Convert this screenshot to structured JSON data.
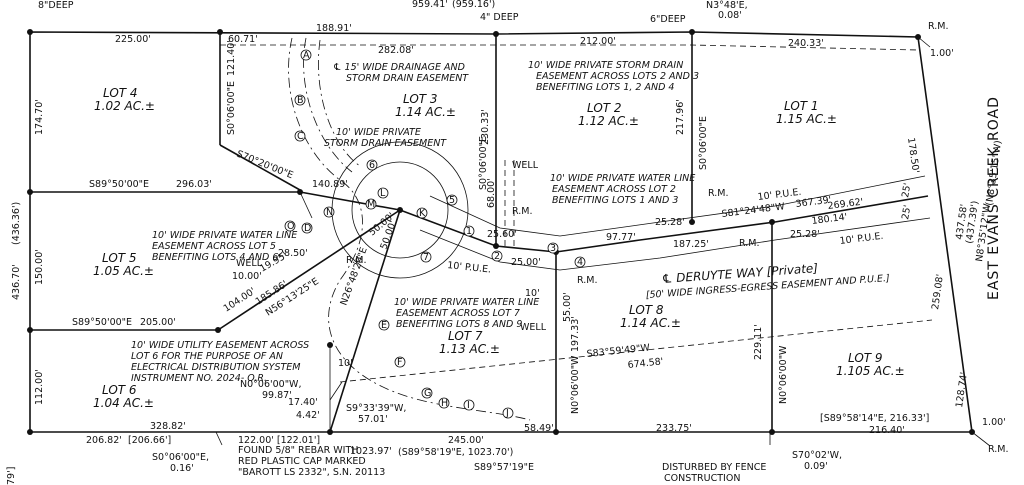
{
  "lots": [
    {
      "name": "LOT 4",
      "area": "1.02 AC.±"
    },
    {
      "name": "LOT 3",
      "area": "1.14 AC.±"
    },
    {
      "name": "LOT 2",
      "area": "1.12 AC.±"
    },
    {
      "name": "LOT 1",
      "area": "1.15 AC.±"
    },
    {
      "name": "LOT 5",
      "area": "1.05 AC.±"
    },
    {
      "name": "LOT 8",
      "area": "1.14 AC.±"
    },
    {
      "name": "LOT 7",
      "area": "1.13 AC.±"
    },
    {
      "name": "LOT 9",
      "area": "1.105 AC.±"
    },
    {
      "name": "LOT 6",
      "area": "1.04 AC.±"
    }
  ],
  "road": {
    "name": "EAST EVANS CREEK ROAD",
    "way": "℄ DERUYTE WAY [Private]",
    "way_note": "[50' WIDE INGRESS-EGRESS EASEMENT AND P.U.E.]"
  },
  "notes": {
    "n1": [
      "℄ 15' WIDE DRAINAGE AND",
      "STORM DRAIN EASEMENT"
    ],
    "n2": [
      "10' WIDE PRIVATE STORM DRAIN",
      "EASEMENT ACROSS LOTS 2 AND 3",
      "BENEFITING LOTS 1, 2 AND 4"
    ],
    "n3": [
      "10' WIDE PRIVATE",
      "STORM DRAIN EASEMENT"
    ],
    "n4": [
      "10' WIDE PRIVATE WATER LINE",
      "EASEMENT ACROSS LOT 2",
      "BENEFITING LOTS 1 AND 3"
    ],
    "n5": [
      "10' WIDE PRIVATE WATER LINE",
      "EASEMENT ACROSS LOT 5",
      "BENEFITING LOTS 4 AND 6"
    ],
    "n6": [
      "10' WIDE PRIVATE WATER LINE",
      "EASEMENT ACROSS LOT 7",
      "BENEFITING LOTS 8 AND 9"
    ],
    "n7": [
      "10' WIDE UTILITY EASEMENT ACROSS",
      "LOT 6 FOR THE PURPOSE OF AN",
      "ELECTRICAL DISTRIBUTION SYSTEM",
      "INSTRUMENT NO. 2024-      O.R."
    ],
    "n8": [
      "FOUND 5/8\" REBAR WITH",
      "RED PLASTIC CAP MARKED",
      "\"BAROTT LS 2332\", S.N. 20113"
    ],
    "n9": [
      "DISTURBED BY FENCE",
      "CONSTRUCTION"
    ]
  },
  "dims": {
    "top1": "8\"DEEP",
    "top2": "959.41'",
    "top3": "(959.16')",
    "top4": "4\" DEEP",
    "top5": "6\"DEEP",
    "top6": "N3°48'E,",
    "top7": "0.08'",
    "d188": "188.91'",
    "d225": "225.00'",
    "d6071": "60.71'",
    "d28208": "282.08'",
    "d212": "212.00'",
    "d24033": "240.33'",
    "rm1": "R.M.",
    "d100a": "1.00'",
    "d17470": "174.70'",
    "d12140": "121.40'",
    "s06a": "S0°06'00\"E",
    "d23033": "230.33'",
    "d21796": "217.96'",
    "s06b": "S0°06'00\"E",
    "d17850": "178.50'",
    "s70": "S70°20'00\"E",
    "d14089": "140.89'",
    "d6800": "68.00'",
    "s06c": "S0°06'00\"E",
    "well1": "WELL",
    "rm2": "R.M.",
    "s8950a": "S89°50'00\"E",
    "d29603": "296.03'",
    "d2560": "25.60'",
    "d2528a": "25.28'",
    "s81": "S81°24'48\"W",
    "d36739": "367.39'",
    "d26962": "269.62'",
    "d18014": "180.14'",
    "d25b": "25'",
    "d25c": "25'",
    "rm3": "R.M.",
    "d43636": "(436.36')",
    "d43670": "436.70'",
    "d15000": "150.00'",
    "d2850": "28.50'",
    "d1995": "19.95'",
    "well2": "WELL",
    "d1000": "10.00'",
    "rm4": "R.M.",
    "d5000a": "50.00'",
    "d5000b": "50.00'",
    "d9777": "97.77'",
    "d18725": "187.25'",
    "d2500": "25.00'",
    "d2528b": "25.28'",
    "rm5": "R.M.",
    "rm6": "R.M.",
    "pue1": "10' P.U.E.",
    "pue2": "10' P.U.E.",
    "pue3": "10' P.U.E.",
    "d10400": "104.00'",
    "d18586": "185.86'",
    "n56": "N56°13'25\"E",
    "n26": "N26°48'20\"E",
    "s8950b": "S89°50'00\"E",
    "d20500": "205.00'",
    "well3": "WELL",
    "d5500": "55.00'",
    "d1000b": "10'",
    "d19733": "197.33'",
    "d25908": "259.08'",
    "d43758": "437.58'",
    "d43739": "(437.39')",
    "n835": "N8°35'12\"W",
    "n835b": "(N8°35'15\"W)",
    "d11200": "112.00'",
    "n006": "N0°06'00\"W,",
    "d9987": "99.87'",
    "d10": "10'",
    "s83": "S83°59'49\"W",
    "d67458": "674.58'",
    "d22911": "229.11'",
    "n006b": "N0°06'00\"W",
    "n006c": "N0°06'00\"W",
    "d12874": "128.74'",
    "d1740": "17.40'",
    "d442": "4.42'",
    "s933": "S9°33'39\"W,",
    "d5701": "57.01'",
    "s8958": "[S89°58'14\"E, 216.33']",
    "d21640": "216.40'",
    "d100b": "1.00'",
    "rm7": "R.M.",
    "d32882": "328.82'",
    "d20682": "206.82'",
    "d20666": "[206.66']",
    "d12200": "122.00' [122.01']",
    "d102397": "1023.97'",
    "d24500": "245.00'",
    "d5849": "58.49'",
    "d23375": "233.75'",
    "s89bottom": "(S89°58'19\"E, 1023.70')",
    "s8957": "S89°57'19\"E",
    "s006": "S0°06'00\"E,",
    "d016": "0.16'",
    "s7002": "S70°02'W,",
    "d009": "0.09'",
    "d79": "79']"
  },
  "nodes": [
    "A",
    "B",
    "C",
    "D",
    "E",
    "F",
    "G",
    "H",
    "I",
    "J",
    "K",
    "L",
    "M",
    "N",
    "O",
    "1",
    "2",
    "3",
    "4",
    "5",
    "6",
    "7"
  ]
}
